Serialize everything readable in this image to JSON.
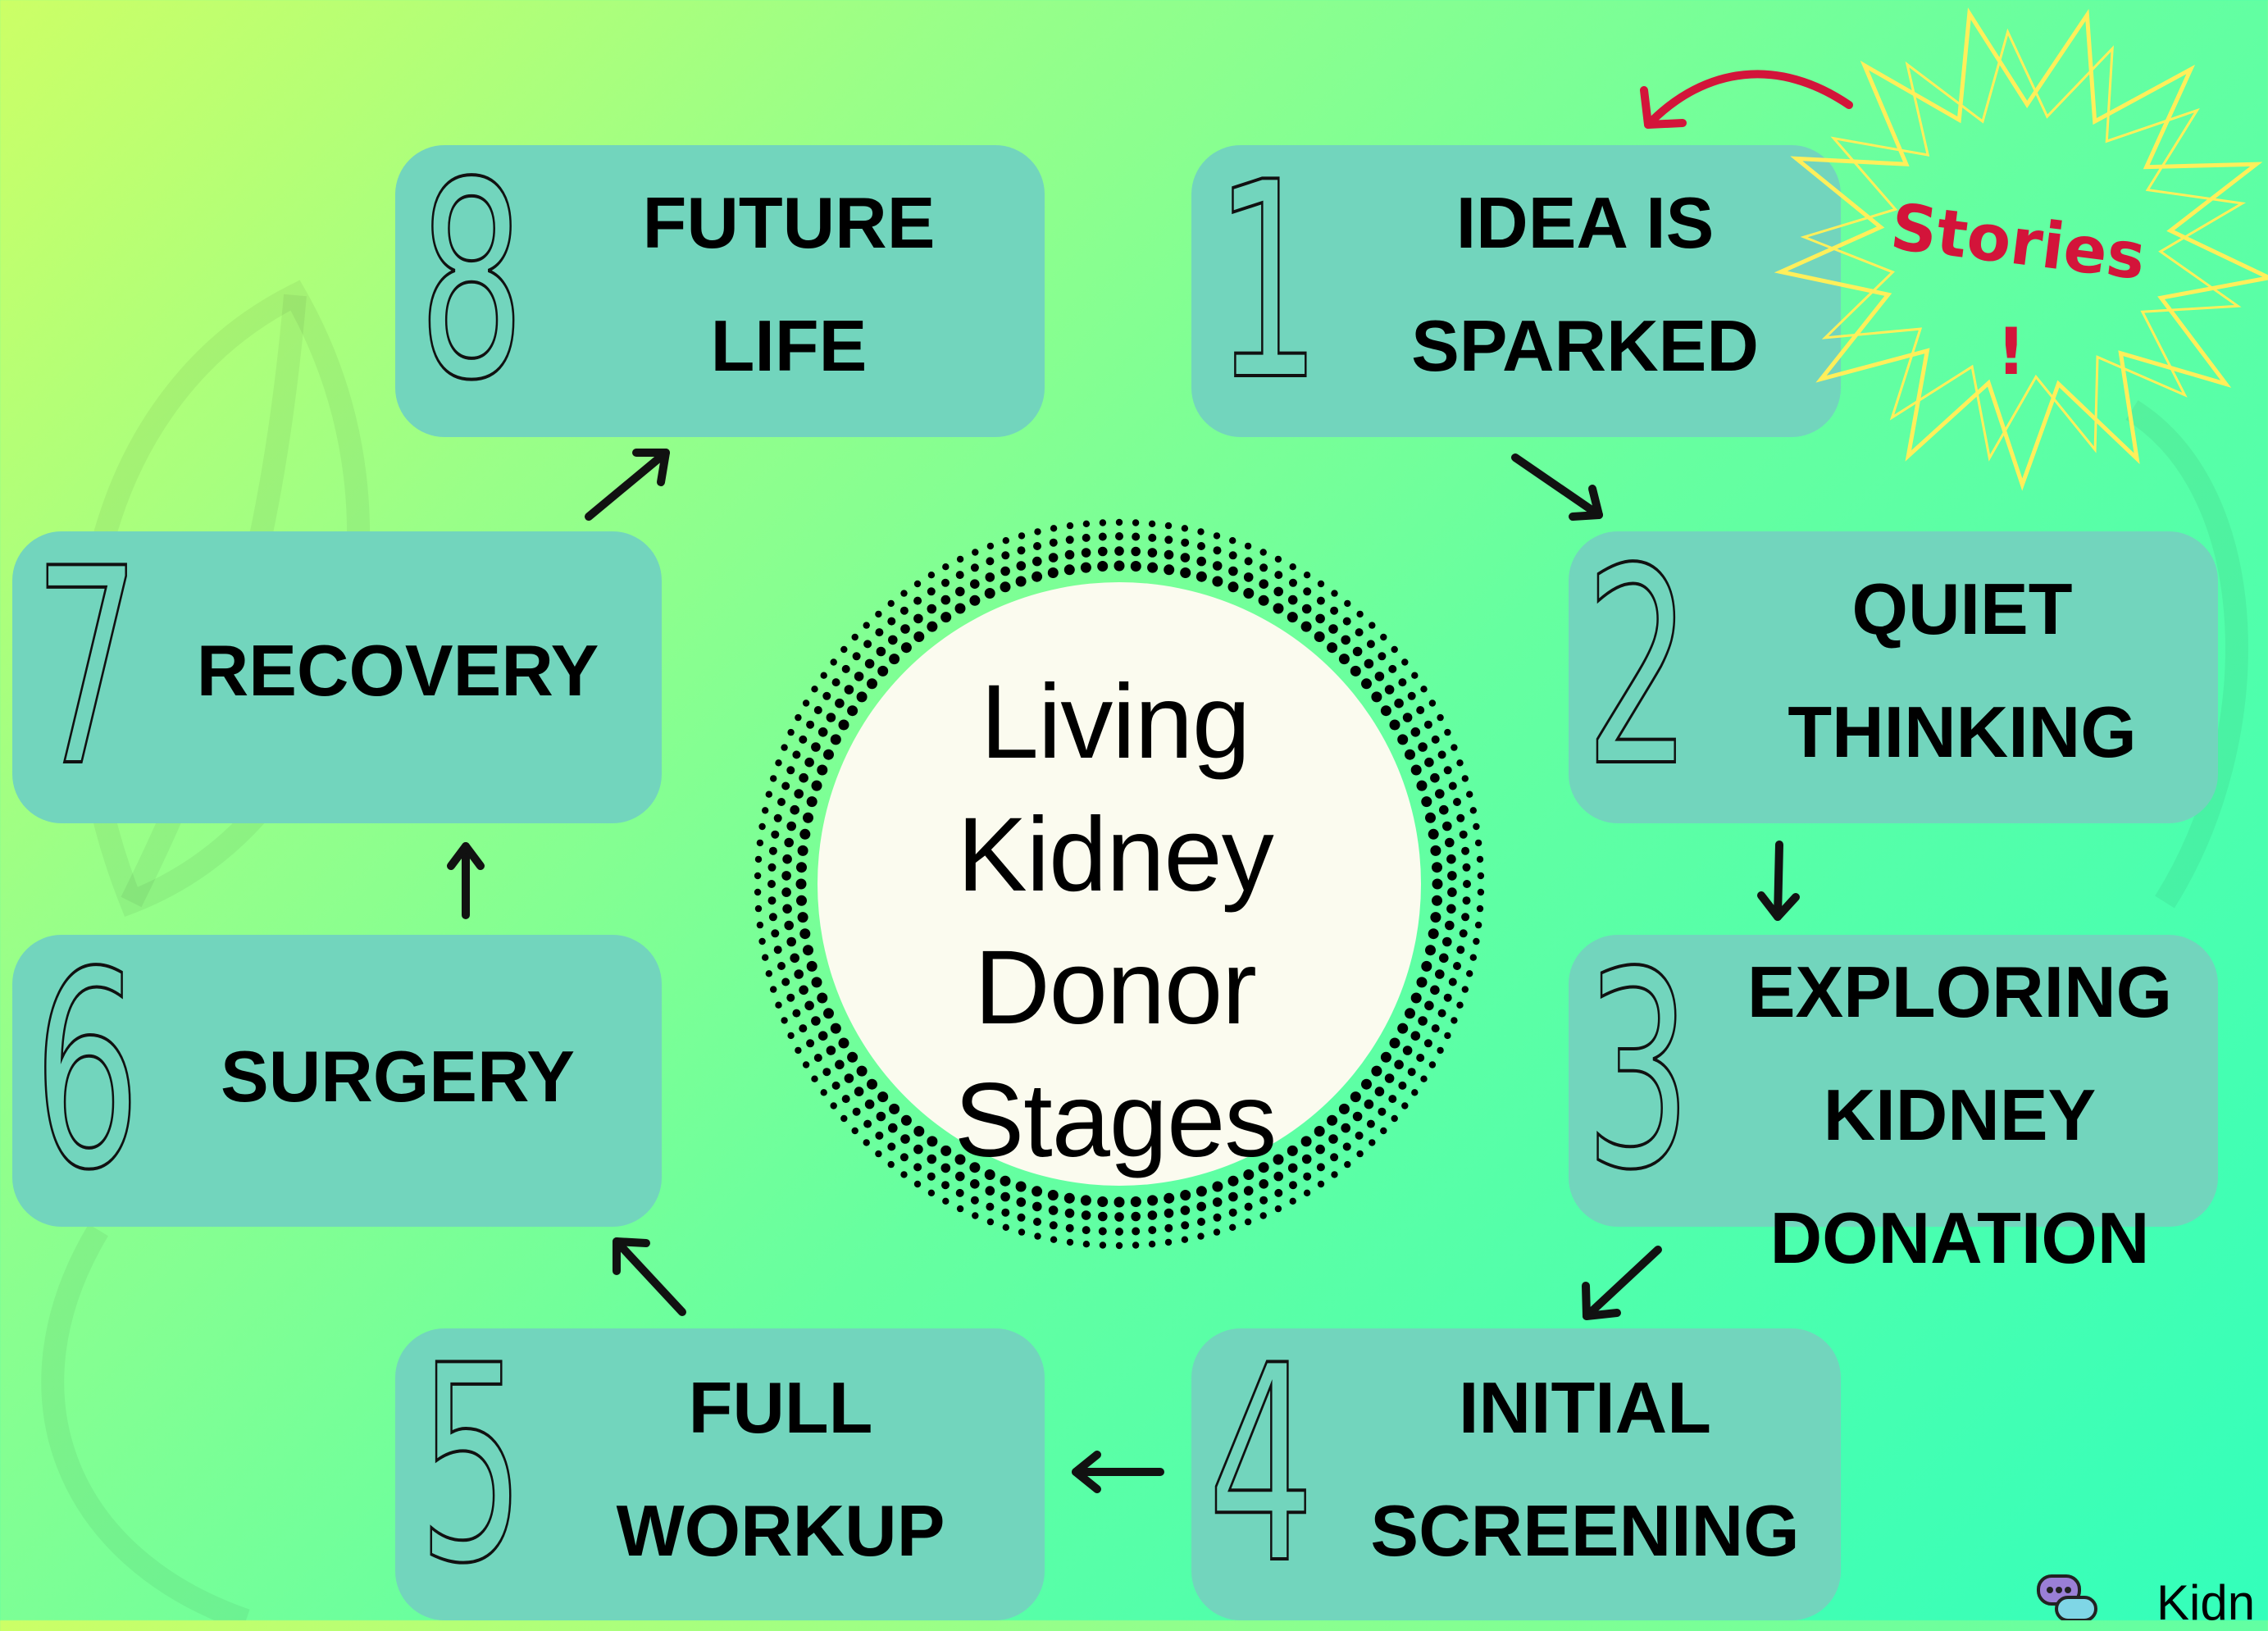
{
  "title": "Living Kidney Donor Stages",
  "title_lines": [
    "Living",
    "Kidney",
    "Donor",
    "Stages"
  ],
  "stages": [
    {
      "number": "1",
      "lines": [
        "IDEA IS",
        "SPARKED"
      ]
    },
    {
      "number": "2",
      "lines": [
        "QUIET",
        "THINKING"
      ]
    },
    {
      "number": "3",
      "lines": [
        "EXPLORING",
        "KIDNEY",
        "DONATION"
      ]
    },
    {
      "number": "4",
      "lines": [
        "INITIAL",
        "SCREENING"
      ]
    },
    {
      "number": "5",
      "lines": [
        "FULL",
        "WORKUP"
      ]
    },
    {
      "number": "6",
      "lines": [
        "SURGERY"
      ]
    },
    {
      "number": "7",
      "lines": [
        "RECOVERY"
      ]
    },
    {
      "number": "8",
      "lines": [
        "FUTURE",
        "LIFE"
      ]
    }
  ],
  "callout": {
    "line1": "Stories",
    "line2": "!"
  },
  "logo": {
    "text": "Kidn",
    "icon": "chat-bubbles-icon"
  },
  "colors": {
    "stage_box": "#72d5bd",
    "circle": "#fbfbef",
    "callout_text": "#d3143a",
    "callout_outline": "#ffef5a",
    "arrow": "#111111"
  }
}
